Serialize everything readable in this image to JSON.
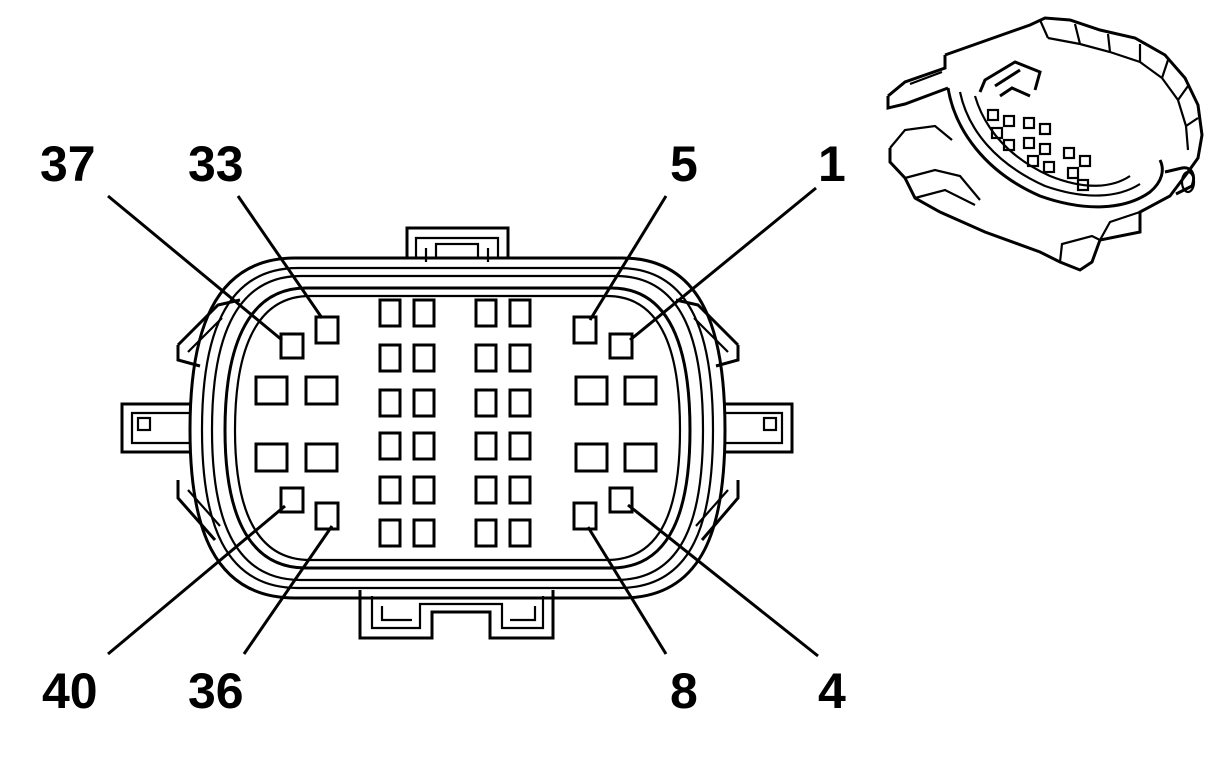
{
  "diagram": {
    "pin_labels": {
      "p37": "37",
      "p33": "33",
      "p5": "5",
      "p1": "1",
      "p40": "40",
      "p36": "36",
      "p8": "8",
      "p4": "4"
    },
    "colors": {
      "line": "#000000",
      "background": "#ffffff"
    }
  }
}
